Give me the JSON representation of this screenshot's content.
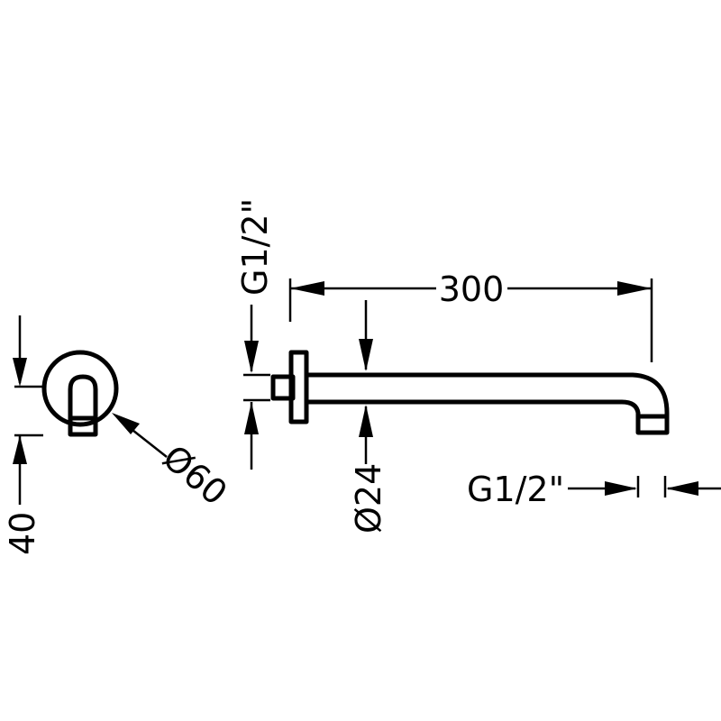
{
  "diagram": {
    "labels": {
      "thread_top": "G1/2\"",
      "length": "300",
      "pipe_diameter": "Ø24",
      "thread_outlet": "G1/2\"",
      "flange_diameter": "Ø60",
      "depth": "40"
    }
  }
}
